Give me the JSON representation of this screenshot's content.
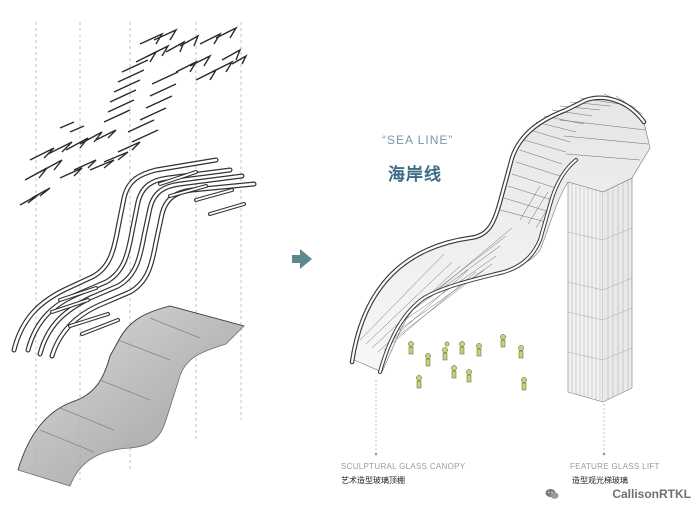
{
  "diagram": {
    "title_en": "“SEA LINE”",
    "title_cn": "海岸线",
    "canopy_label_en": "SCULPTURAL GLASS CANOPY",
    "canopy_label_cn": "艺术造型玻璃顶棚",
    "lift_label_en": "FEATURE GLASS LIFT",
    "lift_label_cn": "造型观光梯玻璃",
    "watermark": "CallisonRTKL",
    "watermark_icon": "wechat-icon",
    "arrow_icon": "arrow-right-icon",
    "accent_color": "#5a8a8c",
    "title_color": "#3d6d86"
  }
}
